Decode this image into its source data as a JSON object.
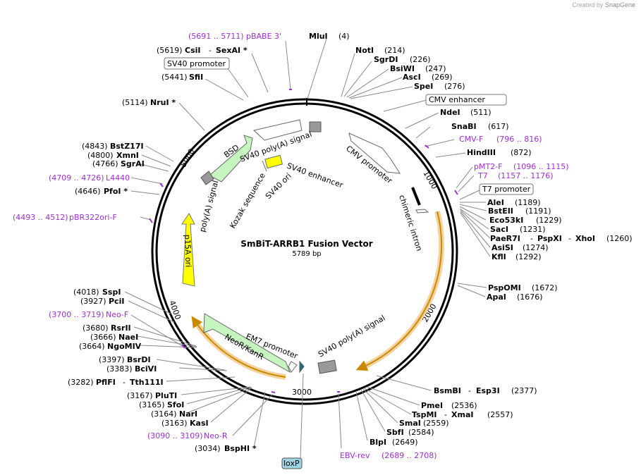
{
  "credit": {
    "prefix": "Created by",
    "brand": "SnapGene"
  },
  "title": "SmBiT-ARRB1 Fusion Vector",
  "length": "5789 bp",
  "ticks": [
    "1000",
    "2000",
    "3000",
    "4000",
    "5000"
  ],
  "features": {
    "sv40_polya_top": "SV40 poly(A) signal",
    "sv40_enhancer": "SV40 enhancer",
    "sv40_ori": "SV40 ori",
    "kozak": "Kozak sequence",
    "bsd": "BSD",
    "polya_left": "poly(A) signal",
    "p15a": "p15A ori",
    "cmv_promoter": "CMV promoter",
    "chimeric_intron": "chimeric intron",
    "sv40_polya_bottom": "SV40 poly(A) signal",
    "em7": "EM7 promoter",
    "neor": "NeoR/KanR"
  },
  "sites": {
    "mlui": {
      "name": "MluI",
      "pos": "(4)"
    },
    "pbabe": {
      "name": "pBABE 3'",
      "pos": "(5691 .. 5711)"
    },
    "csii": {
      "name": "CsiI",
      "pos": "(5619)",
      "name2": "SexAI *"
    },
    "sv40prom": {
      "name": "SV40 promoter"
    },
    "sfii": {
      "name": "SfiI",
      "pos": "(5441)"
    },
    "nrui": {
      "name": "NruI *",
      "pos": "(5114)"
    },
    "notI": {
      "name": "NotI",
      "pos": "(214)"
    },
    "sgrdi": {
      "name": "SgrDI",
      "pos": "(226)"
    },
    "bsiwi": {
      "name": "BsiWI",
      "pos": "(247)"
    },
    "asci": {
      "name": "AscI",
      "pos": "(269)"
    },
    "spei": {
      "name": "SpeI",
      "pos": "(276)"
    },
    "cmvenh": {
      "name": "CMV enhancer"
    },
    "ndei": {
      "name": "NdeI",
      "pos": "(511)"
    },
    "snabi": {
      "name": "SnaBI",
      "pos": "(617)"
    },
    "cmvf": {
      "name": "CMV-F",
      "pos": "(796 .. 816)"
    },
    "hindiii": {
      "name": "HindIII",
      "pos": "(872)"
    },
    "pmt2f": {
      "name": "pMT2-F",
      "pos": "(1096 .. 1115)"
    },
    "t7": {
      "name": "T7",
      "pos": "(1157 .. 1176)"
    },
    "t7prom": {
      "name": "T7 promoter"
    },
    "alei": {
      "name": "AleI",
      "pos": "(1189)"
    },
    "bsteii": {
      "name": "BstEII",
      "pos": "(1191)"
    },
    "eco53ki": {
      "name": "Eco53kI",
      "pos": "(1229)"
    },
    "saci": {
      "name": "SacI",
      "pos": "(1231)"
    },
    "paer7i": {
      "name": "PaeR7I",
      "name2": "PspXI",
      "name3": "XhoI",
      "pos": "(1260)"
    },
    "asisi": {
      "name": "AsiSI",
      "pos": "(1274)"
    },
    "kfli": {
      "name": "KflI",
      "pos": "(1292)"
    },
    "pspomi": {
      "name": "PspOMI",
      "pos": "(1672)"
    },
    "apai": {
      "name": "ApaI",
      "pos": "(1676)"
    },
    "bsmbi": {
      "name": "BsmBI",
      "name2": "Esp3I",
      "pos": "(2377)"
    },
    "pmei": {
      "name": "PmeI",
      "pos": "(2536)"
    },
    "tspmi": {
      "name": "TspMI",
      "name2": "XmaI",
      "pos": "(2557)"
    },
    "smai": {
      "name": "SmaI",
      "pos": "(2559)"
    },
    "sbfi": {
      "name": "SbfI",
      "pos": "(2584)"
    },
    "blpi": {
      "name": "BlpI",
      "pos": "(2649)"
    },
    "ebvrev": {
      "name": "EBV-rev",
      "pos": "(2689 .. 2708)"
    },
    "loxp": {
      "name": "loxP"
    },
    "bsphi": {
      "name": "BspHI *",
      "pos": "(3034)"
    },
    "neor": {
      "name": "Neo-R",
      "pos": "(3090 .. 3109)"
    },
    "kasi": {
      "name": "KasI",
      "pos": "(3163)"
    },
    "nari": {
      "name": "NarI",
      "pos": "(3164)"
    },
    "sfoi": {
      "name": "SfoI",
      "pos": "(3165)"
    },
    "pluti": {
      "name": "PluTI",
      "pos": "(3167)"
    },
    "pflfi": {
      "name": "PflFI",
      "name2": "Tth111I",
      "pos": "(3282)"
    },
    "bcivi": {
      "name": "BciVI",
      "pos": "(3383)"
    },
    "bsrdi": {
      "name": "BsrDI",
      "pos": "(3397)"
    },
    "ngomiv": {
      "name": "NgoMIV",
      "pos": "(3664)"
    },
    "naei": {
      "name": "NaeI",
      "pos": "(3666)"
    },
    "rsrii": {
      "name": "RsrII",
      "pos": "(3680)"
    },
    "neof": {
      "name": "Neo-F",
      "pos": "(3700 .. 3719)"
    },
    "pcii": {
      "name": "PciI",
      "pos": "(3927)"
    },
    "sspi": {
      "name": "SspI",
      "pos": "(4018)"
    },
    "pbr322": {
      "name": "pBR322ori-F",
      "pos": "(4493 .. 4512)"
    },
    "pfoi": {
      "name": "PfoI *",
      "pos": "(4646)"
    },
    "l4440": {
      "name": "L4440",
      "pos": "(4709 .. 4726)"
    },
    "sgrai": {
      "name": "SgrAI",
      "pos": "(4766)"
    },
    "xmni": {
      "name": "XmnI",
      "pos": "(4800)"
    },
    "bstz17i": {
      "name": "BstZ17I",
      "pos": "(4843)"
    }
  }
}
